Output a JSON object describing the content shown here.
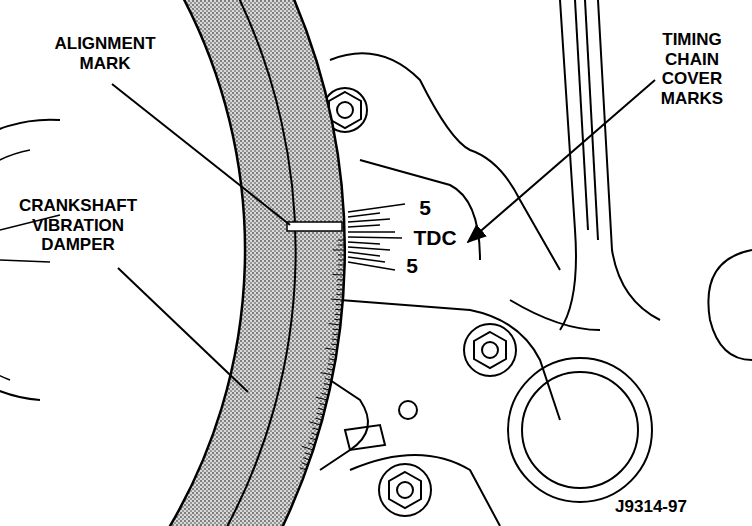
{
  "diagram": {
    "labels": [
      "ALIGNMENT MARK",
      "TIMING CHAIN COVER MARKS",
      "5",
      "TDC",
      "5",
      "CRANKSHAFT VIBRATION DAMPER",
      "J9314-97"
    ]
  }
}
